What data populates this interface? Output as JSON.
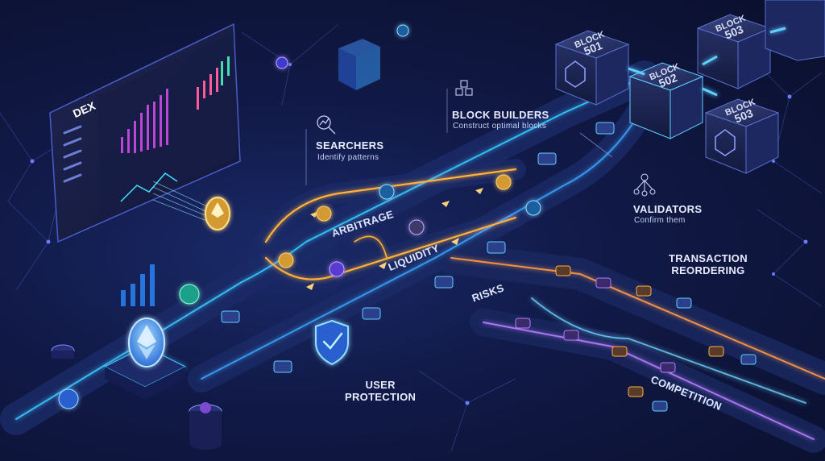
{
  "dex": {
    "title": "DEX"
  },
  "labels": {
    "searchers_title": "SEARCHERS",
    "searchers_sub": "Identify patterns",
    "builders_title": "BLOCK BUILDERS",
    "builders_sub": "Construct optimal blocks",
    "validators_title": "VALIDATORS",
    "validators_sub": "Confirm them",
    "reordering_line1": "TRANSACTION",
    "reordering_line2": "REORDERING",
    "arbitrage": "ARBITRAGE",
    "liquidity": "LIQUIDITY",
    "risks": "RISKS",
    "protection_line1": "USER",
    "protection_line2": "PROTECTION",
    "competition": "COMPETITION"
  },
  "blocks": [
    {
      "word": "BLOCK",
      "number": "501"
    },
    {
      "word": "BLOCK",
      "number": "502"
    },
    {
      "word": "BLOCK",
      "number": "503"
    },
    {
      "word": "BLOCK",
      "number": "503"
    }
  ],
  "colors": {
    "accent_cyan": "#38c8ff",
    "accent_orange": "#ffb13b",
    "accent_purple": "#9b6bff",
    "background": "#0b1230"
  }
}
